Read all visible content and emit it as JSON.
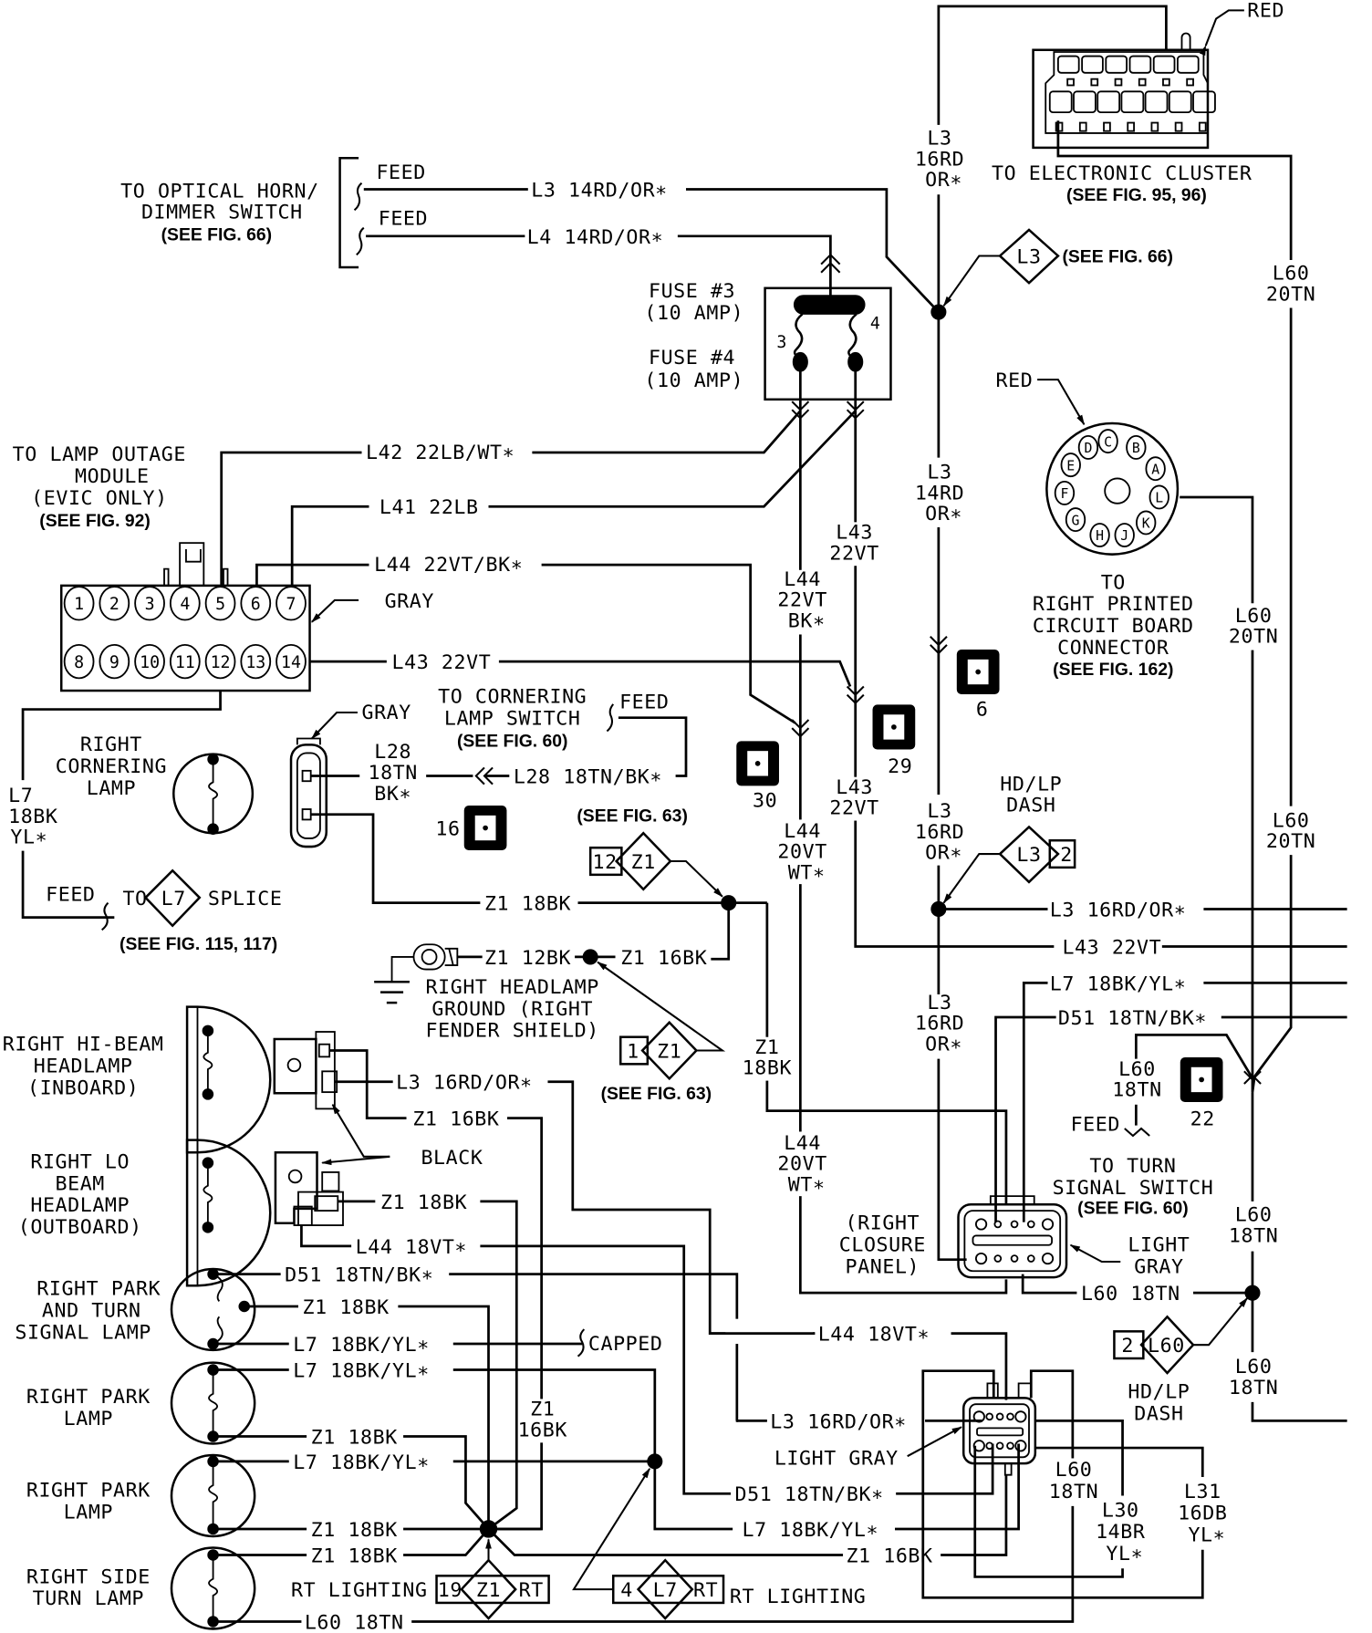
{
  "diagram": {
    "kind": "automotive lighting wiring schematic",
    "background_color": "#ffffff",
    "line_color": "#000000"
  },
  "destinations": {
    "optical_horn": {
      "line1": "TO OPTICAL HORN/",
      "line2": "DIMMER SWITCH",
      "ref": "(SEE FIG. 66)",
      "feed1": "FEED",
      "feed2": "FEED"
    },
    "electronic_cluster": {
      "line1": "TO ELECTRONIC CLUSTER",
      "ref": "(SEE FIG. 95, 96)",
      "color": "RED"
    },
    "lamp_outage": {
      "line1": "TO LAMP OUTAGE",
      "line2": "MODULE",
      "line3": "(EVIC ONLY)",
      "ref": "(SEE FIG. 92)",
      "color": "GRAY"
    },
    "pcb_connector": {
      "line1": "TO",
      "line2": "RIGHT PRINTED",
      "line3": "CIRCUIT BOARD",
      "line4": "CONNECTOR",
      "ref": "(SEE FIG. 162)",
      "color": "RED"
    },
    "cornering_switch": {
      "line1": "TO CORNERING",
      "line2": "LAMP SWITCH",
      "ref": "(SEE FIG. 60)",
      "feed": "FEED"
    },
    "turn_signal_switch": {
      "feed": "FEED",
      "line1": "TO TURN",
      "line2": "SIGNAL SWITCH",
      "ref": "(SEE FIG. 60)"
    },
    "l7_splice": {
      "feed": "FEED",
      "to": "TO",
      "code": "L7",
      "suffix": "SPLICE",
      "ref": "(SEE FIG. 115, 117)"
    },
    "capped": "CAPPED"
  },
  "fuses": {
    "fuse3": {
      "line1": "FUSE #3",
      "line2": "(10 AMP)",
      "num": "3"
    },
    "fuse4": {
      "line1": "FUSE #4",
      "line2": "(10 AMP)",
      "num": "4"
    }
  },
  "lamp_outage_pins": [
    "1",
    "2",
    "3",
    "4",
    "5",
    "6",
    "7",
    "8",
    "9",
    "10",
    "11",
    "12",
    "13",
    "14"
  ],
  "pcb_pins": [
    "C",
    "B",
    "A",
    "L",
    "K",
    "J",
    "H",
    "G",
    "F",
    "E",
    "D"
  ],
  "splices": {
    "l3_fig66": {
      "code": "L3",
      "ref": "(SEE FIG. 66)"
    },
    "l3_hdlp": {
      "code": "L3",
      "num": "2",
      "line1": "HD/LP",
      "line2": "DASH"
    },
    "z1_12": {
      "num": "12",
      "code": "Z1",
      "ref": "(SEE FIG. 63)"
    },
    "z1_1": {
      "num": "1",
      "code": "Z1",
      "ref": "(SEE FIG. 63)"
    },
    "l60_2": {
      "num": "2",
      "code": "L60",
      "line1": "HD/LP",
      "line2": "DASH"
    },
    "z1_19": {
      "num": "19",
      "code": "Z1",
      "suffix": "RT",
      "label": "RT LIGHTING"
    },
    "l7_4": {
      "num": "4",
      "code": "L7",
      "suffix": "RT",
      "label": "RT LIGHTING"
    }
  },
  "ground": {
    "wire": "Z1 12BK",
    "line1": "RIGHT HEADLAMP",
    "line2": "GROUND (RIGHT",
    "line3": "FENDER SHIELD)"
  },
  "connectors_numbered": [
    "16",
    "30",
    "29",
    "6",
    "22"
  ],
  "closure_panel": {
    "line1": "(RIGHT",
    "line2": "CLOSURE",
    "line3": "PANEL)",
    "color1": "LIGHT",
    "color2": "GRAY"
  },
  "lower_connector": {
    "color": "LIGHT GRAY"
  },
  "headlamp_connector_color": "BLACK",
  "cornering_connector_color": "GRAY",
  "lamps": {
    "cornering": {
      "line1": "RIGHT",
      "line2": "CORNERING",
      "line3": "LAMP"
    },
    "hibeam": {
      "line1": "RIGHT HI-BEAM",
      "line2": "HEADLAMP",
      "line3": "(INBOARD)"
    },
    "lobeam": {
      "line1": "RIGHT LO",
      "line2": "BEAM",
      "line3": "HEADLAMP",
      "line4": "(OUTBOARD)"
    },
    "park_turn": {
      "line1": "RIGHT PARK",
      "line2": "AND TURN",
      "line3": "SIGNAL LAMP"
    },
    "park1": {
      "line1": "RIGHT PARK",
      "line2": "LAMP"
    },
    "park2": {
      "line1": "RIGHT PARK",
      "line2": "LAMP"
    },
    "side_turn": {
      "line1": "RIGHT SIDE",
      "line2": "TURN LAMP"
    }
  },
  "wires": {
    "l3_14rd_or_top": "L3 14RD/OR∗",
    "l4_14rd_or": "L4 14RD/OR∗",
    "l42": "L42 22LB/WT∗",
    "l41": "L41 22LB",
    "l44_22vt_bk": "L44 22VT/BK∗",
    "l43_22vt": "L43 22VT",
    "l28_18tn_bk": "L28 18TN/BK∗",
    "l28_v": [
      "L28",
      "18TN",
      "BK∗"
    ],
    "l7_v": [
      "L7",
      "18BK",
      "YL∗"
    ],
    "l3_16rd_top_v": [
      "L3",
      "16RD",
      "OR∗"
    ],
    "l3_14rd_v": [
      "L3",
      "14RD",
      "OR∗"
    ],
    "l60_20tn_v": [
      "L60",
      "20TN"
    ],
    "l43_22vt_v": [
      "L43",
      "22VT"
    ],
    "l44_22vt_bk_v": [
      "L44",
      "22VT",
      "BK∗"
    ],
    "l44_20vt_wt_v": [
      "L44",
      "20VT",
      "WT∗"
    ],
    "l3_16rd_or_v": [
      "L3",
      "16RD",
      "OR∗"
    ],
    "z1_18bk_v": [
      "Z1",
      "18BK"
    ],
    "z1_16bk_v": [
      "Z1",
      "16BK"
    ],
    "l60_18tn_v": [
      "L60",
      "18TN"
    ],
    "l30_v": [
      "L30",
      "14BR",
      "YL∗"
    ],
    "l31_v": [
      "L31",
      "16DB",
      "YL∗"
    ],
    "z1_18bk": "Z1 18BK",
    "z1_16bk": "Z1 16BK",
    "z1_12bk": "Z1 12BK",
    "l3_16rd_or": "L3 16RD/OR∗",
    "l7_18bk_yl": "L7 18BK/YL∗",
    "d51_18tn_bk": "D51 18TN/BK∗",
    "l44_18vt": "L44 18VT∗",
    "l60_18tn": "L60 18TN",
    "l43_22vt_r": "L43 22VT"
  }
}
